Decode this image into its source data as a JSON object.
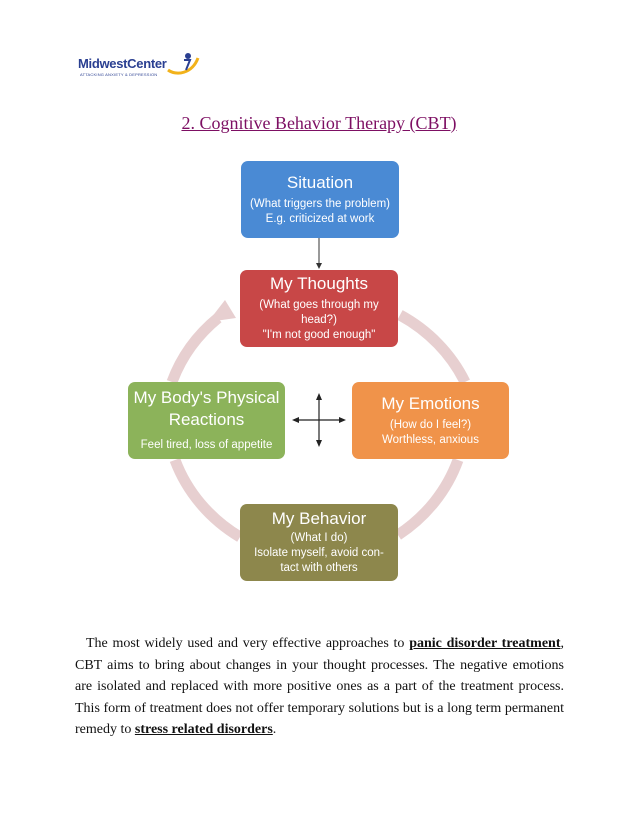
{
  "logo": {
    "name": "MidwestCenter",
    "tagline": "ATTACKING ANXIETY & DEPRESSION"
  },
  "title": "2. Cognitive Behavior Therapy (CBT)",
  "diagram": {
    "situation": {
      "heading": "Situation",
      "line1": "(What triggers the problem)",
      "line2": "E.g. criticized at work"
    },
    "thoughts": {
      "heading": "My Thoughts",
      "line1": "(What goes through my head?)",
      "line2": "\"I'm not good enough\""
    },
    "body": {
      "heading1": "My Body's Physical",
      "heading2": "Reactions",
      "line1": "Feel tired, loss of appetite"
    },
    "emotions": {
      "heading": "My Emotions",
      "line1": "(How do I feel?)",
      "line2": "Worthless, anxious"
    },
    "behavior": {
      "heading": "My Behavior",
      "line1": "(What I do)",
      "line2": "Isolate myself, avoid con-",
      "line3": "tact with others"
    }
  },
  "paragraph": {
    "p1": "The most widely used and very effective approaches to ",
    "link1": "panic disorder treatment",
    "p2": ", CBT aims to bring about changes in your thought processes. The negative emotions are isolated and replaced with more positive ones as a part of the treatment process. This form of treatment does not offer temporary solutions but is a long term permanent remedy to ",
    "link2": "stress related disorders",
    "p3": "."
  },
  "colors": {
    "title": "#7d0f63",
    "situation": "#4a8ad4",
    "thoughts": "#c84747",
    "body": "#8cb35a",
    "emotions": "#f0934a",
    "behavior": "#8d874c",
    "cycle": "#e7cfd0"
  }
}
